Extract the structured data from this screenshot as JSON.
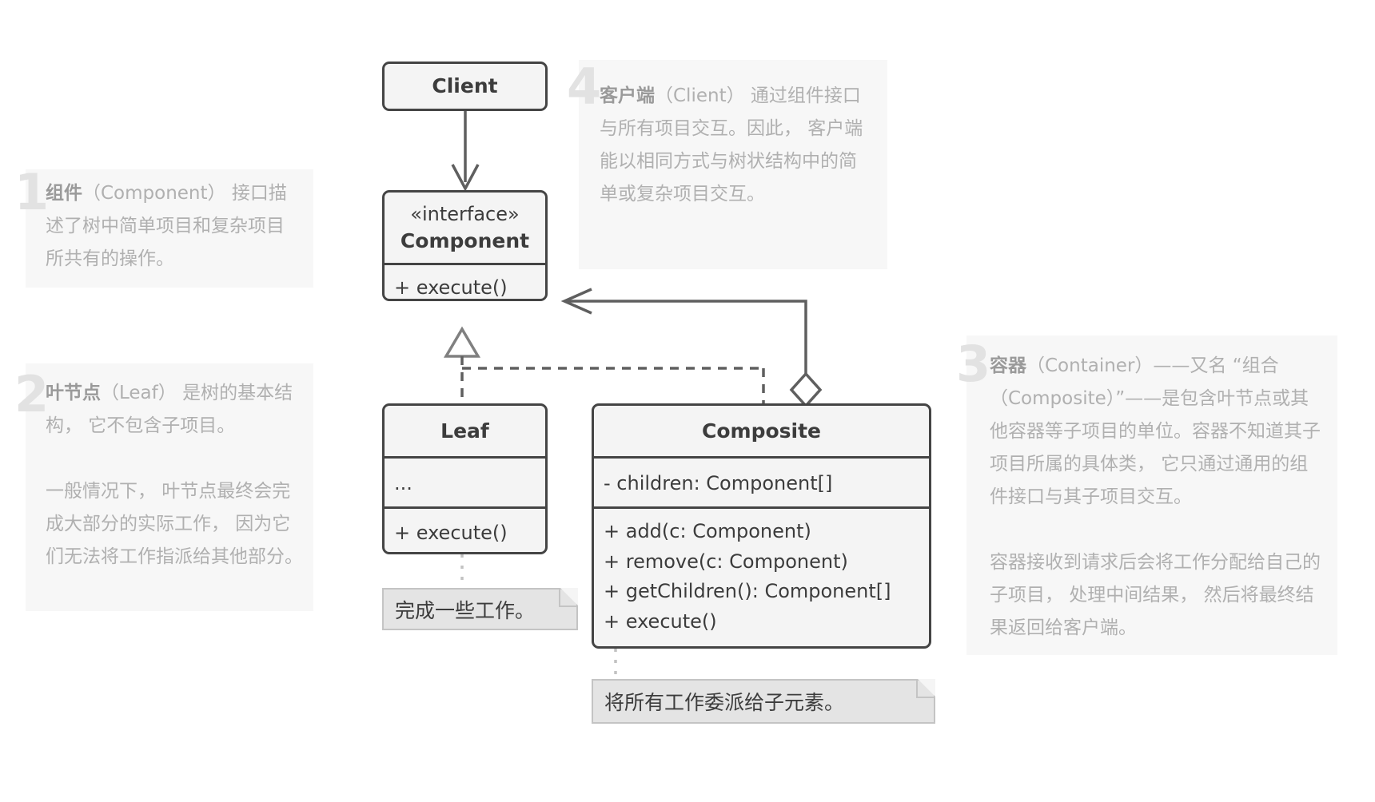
{
  "diagram": {
    "title": "Composite Design Pattern UML Structure",
    "colors": {
      "box_border": "#444444",
      "box_fill": "#f4f4f4",
      "panel_bg": "#f7f7f7",
      "note_text": "#b0b0b0",
      "note_number": "#e2e2e2",
      "callout_fill": "#e4e4e4",
      "callout_border": "#c4c4c4",
      "connector": "#5f5f5f"
    }
  },
  "classes": {
    "client": {
      "name": "Client"
    },
    "component": {
      "stereotype": "«interface»",
      "name": "Component",
      "methods": [
        "+ execute()"
      ]
    },
    "leaf": {
      "name": "Leaf",
      "fields": [
        "..."
      ],
      "methods": [
        "+ execute()"
      ]
    },
    "composite": {
      "name": "Composite",
      "fields": [
        "- children: Component[]"
      ],
      "methods": [
        "+ add(c: Component)",
        "+ remove(c: Component)",
        "+ getChildren(): Component[]",
        "+ execute()"
      ]
    }
  },
  "callouts": {
    "leaf_note": "完成一些工作。",
    "composite_note": "将所有工作委派给子元素。"
  },
  "annotations": [
    {
      "number": "1",
      "id": "component-annotation",
      "paragraphs": [
        {
          "bold": "组件",
          "rest": "（Component） 接口描述了树中简单项目和复杂项目所共有的操作。"
        }
      ]
    },
    {
      "number": "2",
      "id": "leaf-annotation",
      "paragraphs": [
        {
          "bold": "叶节点",
          "rest": "（Leaf） 是树的基本结构， 它不包含子项目。"
        },
        {
          "bold": "",
          "rest": "一般情况下， 叶节点最终会完成大部分的实际工作， 因为它们无法将工作指派给其他部分。"
        }
      ]
    },
    {
      "number": "3",
      "id": "composite-annotation",
      "paragraphs": [
        {
          "bold": "容器",
          "rest": "（Container）——又名 “组合（Composite）”——是包含叶节点或其他容器等子项目的单位。容器不知道其子项目所属的具体类， 它只通过通用的组件接口与其子项目交互。"
        },
        {
          "bold": "",
          "rest": "容器接收到请求后会将工作分配给自己的子项目， 处理中间结果， 然后将最终结果返回给客户端。"
        }
      ]
    },
    {
      "number": "4",
      "id": "client-annotation",
      "paragraphs": [
        {
          "bold": "客户端",
          "rest": "（Client） 通过组件接口与所有项目交互。因此， 客户端能以相同方式与树状结构中的简单或复杂项目交互。"
        }
      ]
    }
  ],
  "connectors": {
    "client_to_component": "dependency-arrow",
    "leaf_realizes_component": "realization-dashed-triangle",
    "composite_realizes_component": "realization-dashed-triangle",
    "composite_aggregates_component": "aggregation-diamond"
  }
}
